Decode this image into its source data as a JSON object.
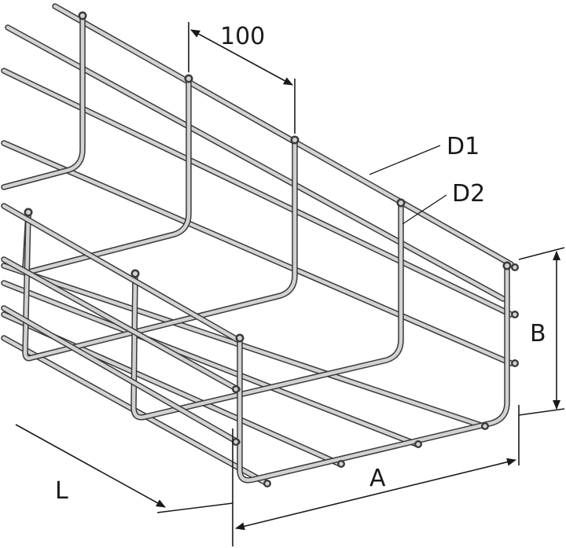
{
  "labels": {
    "spacing": "100",
    "d1": "D1",
    "d2": "D2",
    "height": "B",
    "width": "A",
    "length": "L"
  },
  "colors": {
    "wire_outline": "#3a3a3a",
    "wire_fill": "#d2d2d2",
    "line": "#1a1a1a"
  }
}
